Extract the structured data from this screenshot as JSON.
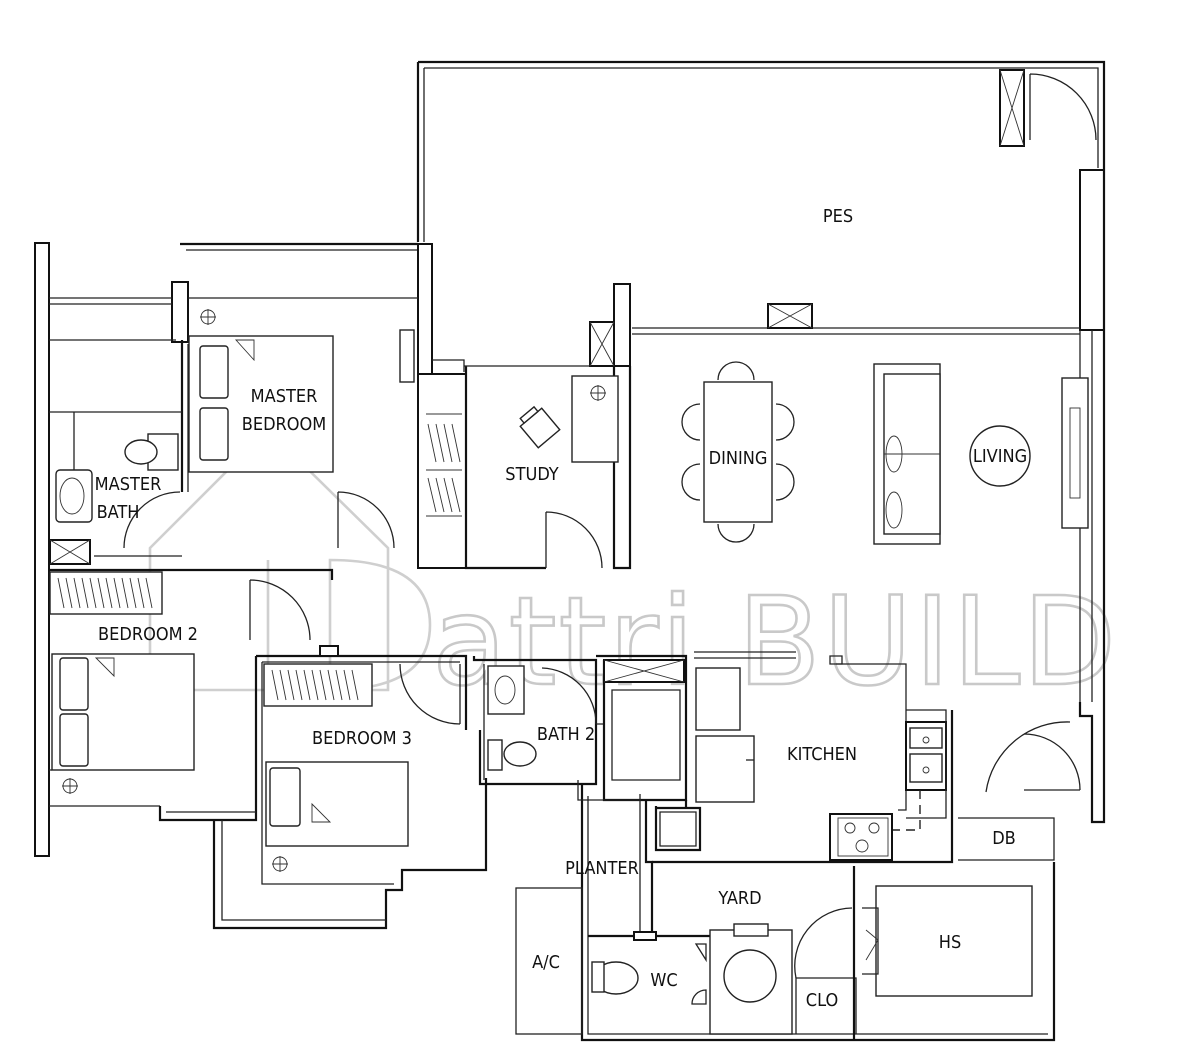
{
  "rooms": {
    "pes": "PES",
    "master_bedroom_line1": "MASTER",
    "master_bedroom_line2": "BEDROOM",
    "master_bath_line1": "MASTER",
    "master_bath_line2": "BATH",
    "study": "STUDY",
    "dining": "DINING",
    "living": "LIVING",
    "bedroom2": "BEDROOM 2",
    "bedroom3": "BEDROOM 3",
    "bath2": "BATH 2",
    "kitchen": "KITCHEN",
    "db": "DB",
    "planter": "PLANTER",
    "yard": "YARD",
    "ac": "A/C",
    "wc": "WC",
    "hs": "HS",
    "clo": "CLO"
  },
  "watermark": {
    "text": "attri BUILD",
    "color": "#c9c9c9"
  },
  "colors": {
    "line": "#111111",
    "background": "#ffffff"
  }
}
